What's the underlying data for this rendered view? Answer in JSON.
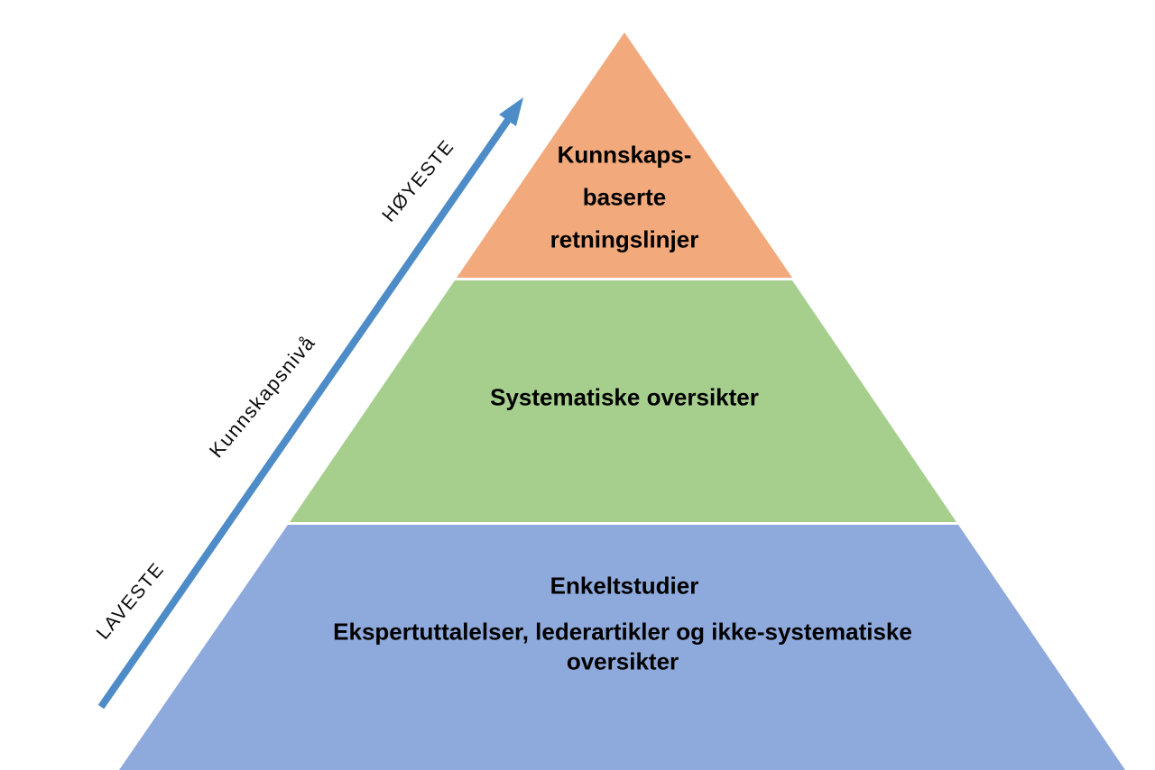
{
  "axis": {
    "top_label": "HØYESTE",
    "mid_label": "Kunnskapsnivå",
    "bottom_label": "LAVESTE",
    "arrow_color": "#4E8CC8"
  },
  "pyramid": {
    "text_color": "#000000",
    "tiers": [
      {
        "name": "kunnskapsbaserte-retningslinjer",
        "color": "#F2A97C",
        "lines": [
          "Kunnskaps-",
          "baserte",
          "retningslinjer"
        ]
      },
      {
        "name": "systematiske-oversikter",
        "color": "#A6CF8D",
        "lines": [
          "Systematiske oversikter"
        ]
      },
      {
        "name": "enkeltstudier-og-ekspertuttalelser",
        "color": "#8EA9DC",
        "lines": [
          "Enkeltstudier",
          "Ekspertuttalelser, lederartikler og ikke-systematiske",
          "oversikter"
        ]
      }
    ]
  }
}
